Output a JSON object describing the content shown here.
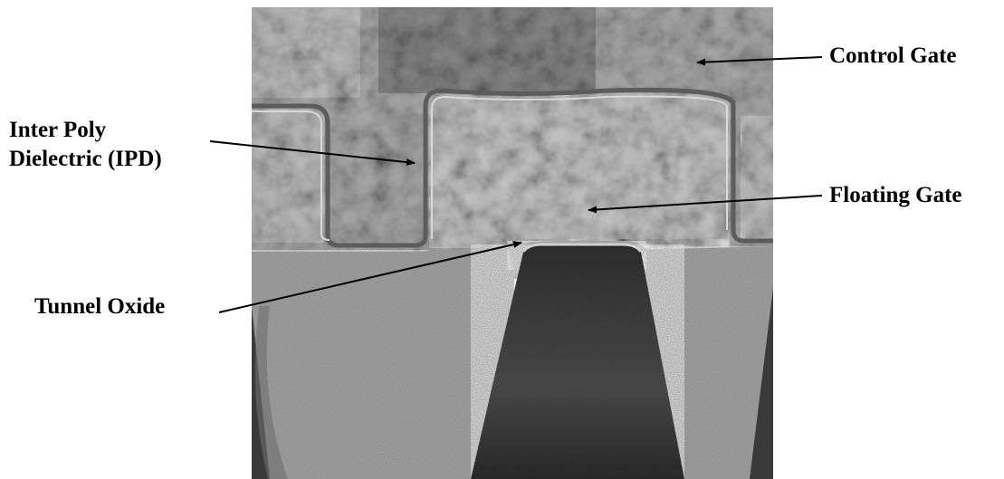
{
  "labels": {
    "control_gate": "Control Gate",
    "inter_poly_line1": "Inter Poly",
    "inter_poly_line2": "Dielectric (IPD)",
    "floating_gate": "Floating Gate",
    "tunnel_oxide": "Tunnel Oxide"
  },
  "colors": {
    "background": "#ffffff",
    "text": "#000000",
    "oxide": "#9c9c9c",
    "silicon_channel": "#404040",
    "poly_gate": "#bdbdbd"
  }
}
